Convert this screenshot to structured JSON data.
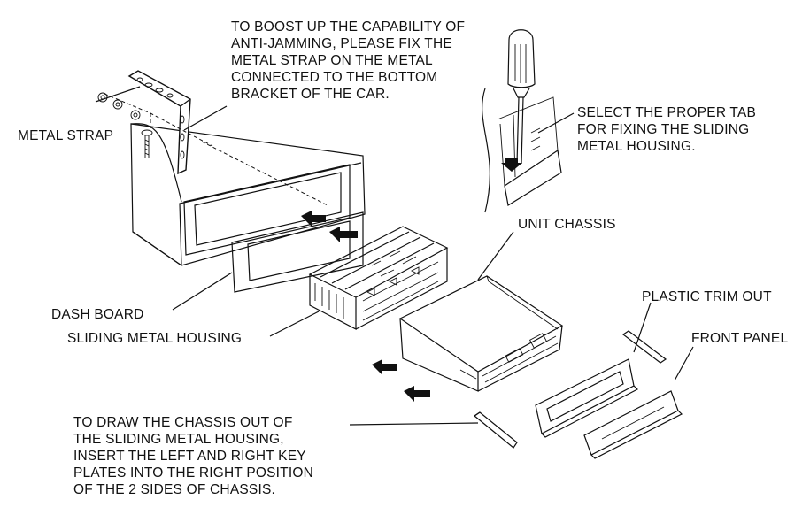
{
  "labels": {
    "anti_jamming": [
      "TO BOOST UP THE CAPABILITY OF",
      "ANTI-JAMMING, PLEASE FIX THE",
      "METAL STRAP ON THE METAL",
      "CONNECTED TO THE BOTTOM",
      "BRACKET OF THE CAR."
    ],
    "metal_strap": "METAL STRAP",
    "select_tab": [
      "SELECT THE PROPER TAB",
      "FOR FIXING THE SLIDING",
      "METAL HOUSING."
    ],
    "unit_chassis": "UNIT CHASSIS",
    "plastic_trim_out": "PLASTIC TRIM OUT",
    "front_panel": "FRONT PANEL",
    "dash_board": "DASH BOARD",
    "sliding_metal_housing": "SLIDING METAL HOUSING",
    "draw_chassis": [
      "TO DRAW THE CHASSIS OUT OF",
      "THE SLIDING METAL HOUSING,",
      "INSERT THE LEFT AND RIGHT KEY",
      "PLATES INTO THE RIGHT POSITION",
      "OF THE 2 SIDES OF CHASSIS."
    ]
  },
  "colors": {
    "ink": "#111111",
    "background": "#ffffff"
  }
}
